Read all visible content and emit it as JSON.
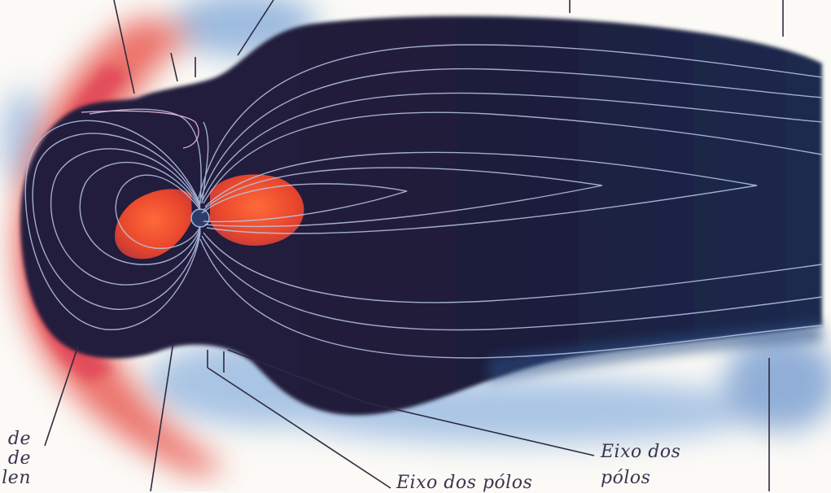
{
  "labels": {
    "left_lines": [
      "de",
      "de",
      "len"
    ],
    "bottom_center": "Eixo dos pólos",
    "bottom_right_lines": [
      "Eixo dos",
      "pólos"
    ]
  },
  "colors": {
    "background": "#fbfaf6",
    "magnetosphere": "#1f1c3c",
    "shock_red": "#e8584f",
    "radiation_belt": "#e84a2e",
    "field_line": "#b8c8e8",
    "solar_wind_blue": "#7ea6d8",
    "label_text": "#3a3550"
  }
}
